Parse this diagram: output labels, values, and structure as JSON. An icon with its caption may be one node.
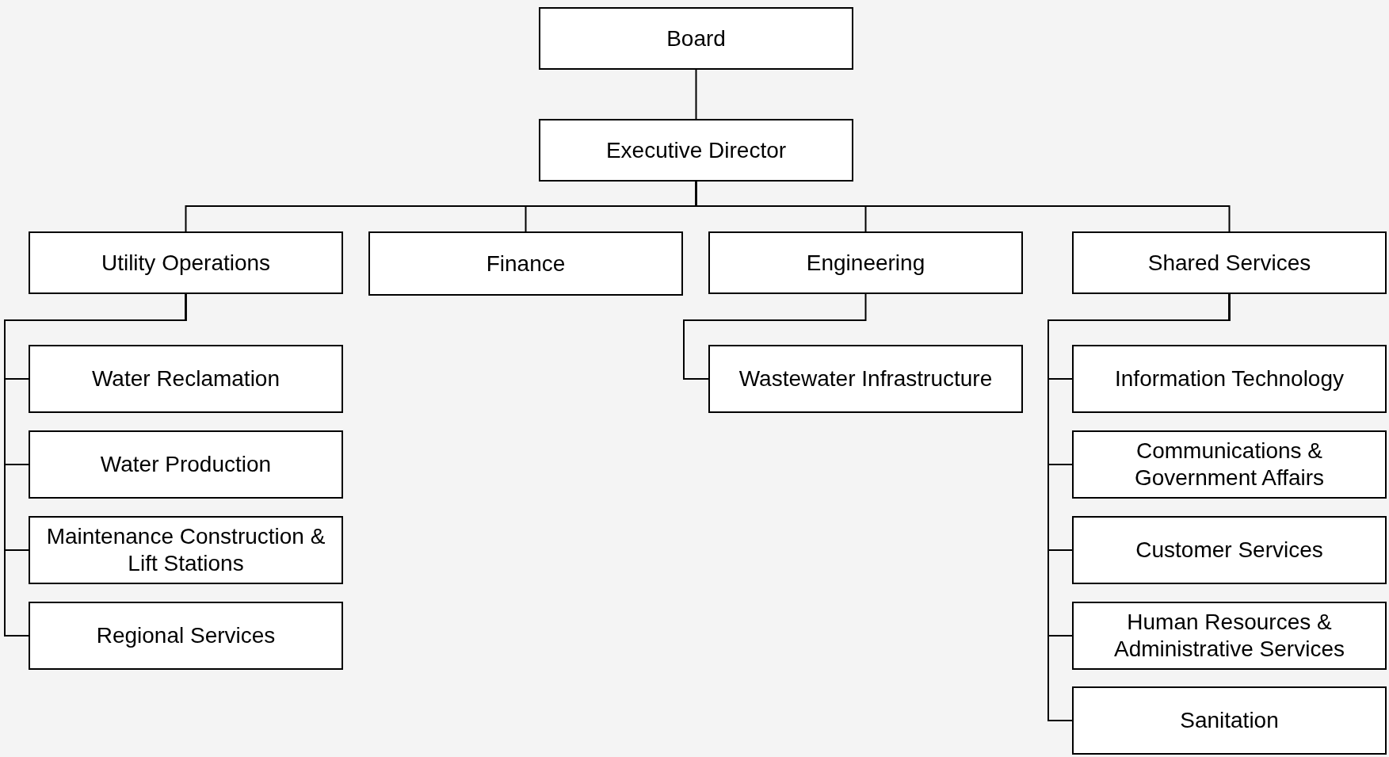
{
  "diagram": {
    "nodes": [
      {
        "text": [
          "Board"
        ]
      },
      {
        "text": [
          "Executive Director"
        ]
      },
      {
        "text": [
          "Utility Operations"
        ]
      },
      {
        "text": [
          "Finance"
        ]
      },
      {
        "text": [
          "Engineering"
        ]
      },
      {
        "text": [
          "Shared Services"
        ]
      },
      {
        "text": [
          "Water Reclamation"
        ]
      },
      {
        "text": [
          "Water Production"
        ]
      },
      {
        "text": [
          "Maintenance Construction & Lift Stations"
        ]
      },
      {
        "text": [
          "Regional Services"
        ]
      },
      {
        "text": [
          "Wastewater Infrastructure"
        ]
      },
      {
        "text": [
          "Information Technology"
        ]
      },
      {
        "text": [
          "Communications & Government Affairs"
        ]
      },
      {
        "text": [
          "Customer Services"
        ]
      },
      {
        "text": [
          "Human Resources & Administrative Services"
        ]
      },
      {
        "text": [
          "Sanitation"
        ]
      }
    ],
    "edges": [
      {
        "from": 0,
        "to": 1,
        "arrow": "none"
      },
      {
        "from": 1,
        "to": 2,
        "arrow": "none"
      },
      {
        "from": 1,
        "to": 3,
        "arrow": "none"
      },
      {
        "from": 1,
        "to": 4,
        "arrow": "none"
      },
      {
        "from": 1,
        "to": 5,
        "arrow": "none"
      },
      {
        "from": 2,
        "to": 6,
        "arrow": "none"
      },
      {
        "from": 2,
        "to": 7,
        "arrow": "none"
      },
      {
        "from": 2,
        "to": 8,
        "arrow": "none"
      },
      {
        "from": 2,
        "to": 9,
        "arrow": "none"
      },
      {
        "from": 4,
        "to": 10,
        "arrow": "none"
      },
      {
        "from": 5,
        "to": 11,
        "arrow": "none"
      },
      {
        "from": 5,
        "to": 12,
        "arrow": "none"
      },
      {
        "from": 5,
        "to": 13,
        "arrow": "none"
      },
      {
        "from": 5,
        "to": 14,
        "arrow": "none"
      },
      {
        "from": 5,
        "to": 15,
        "arrow": "none"
      }
    ]
  }
}
